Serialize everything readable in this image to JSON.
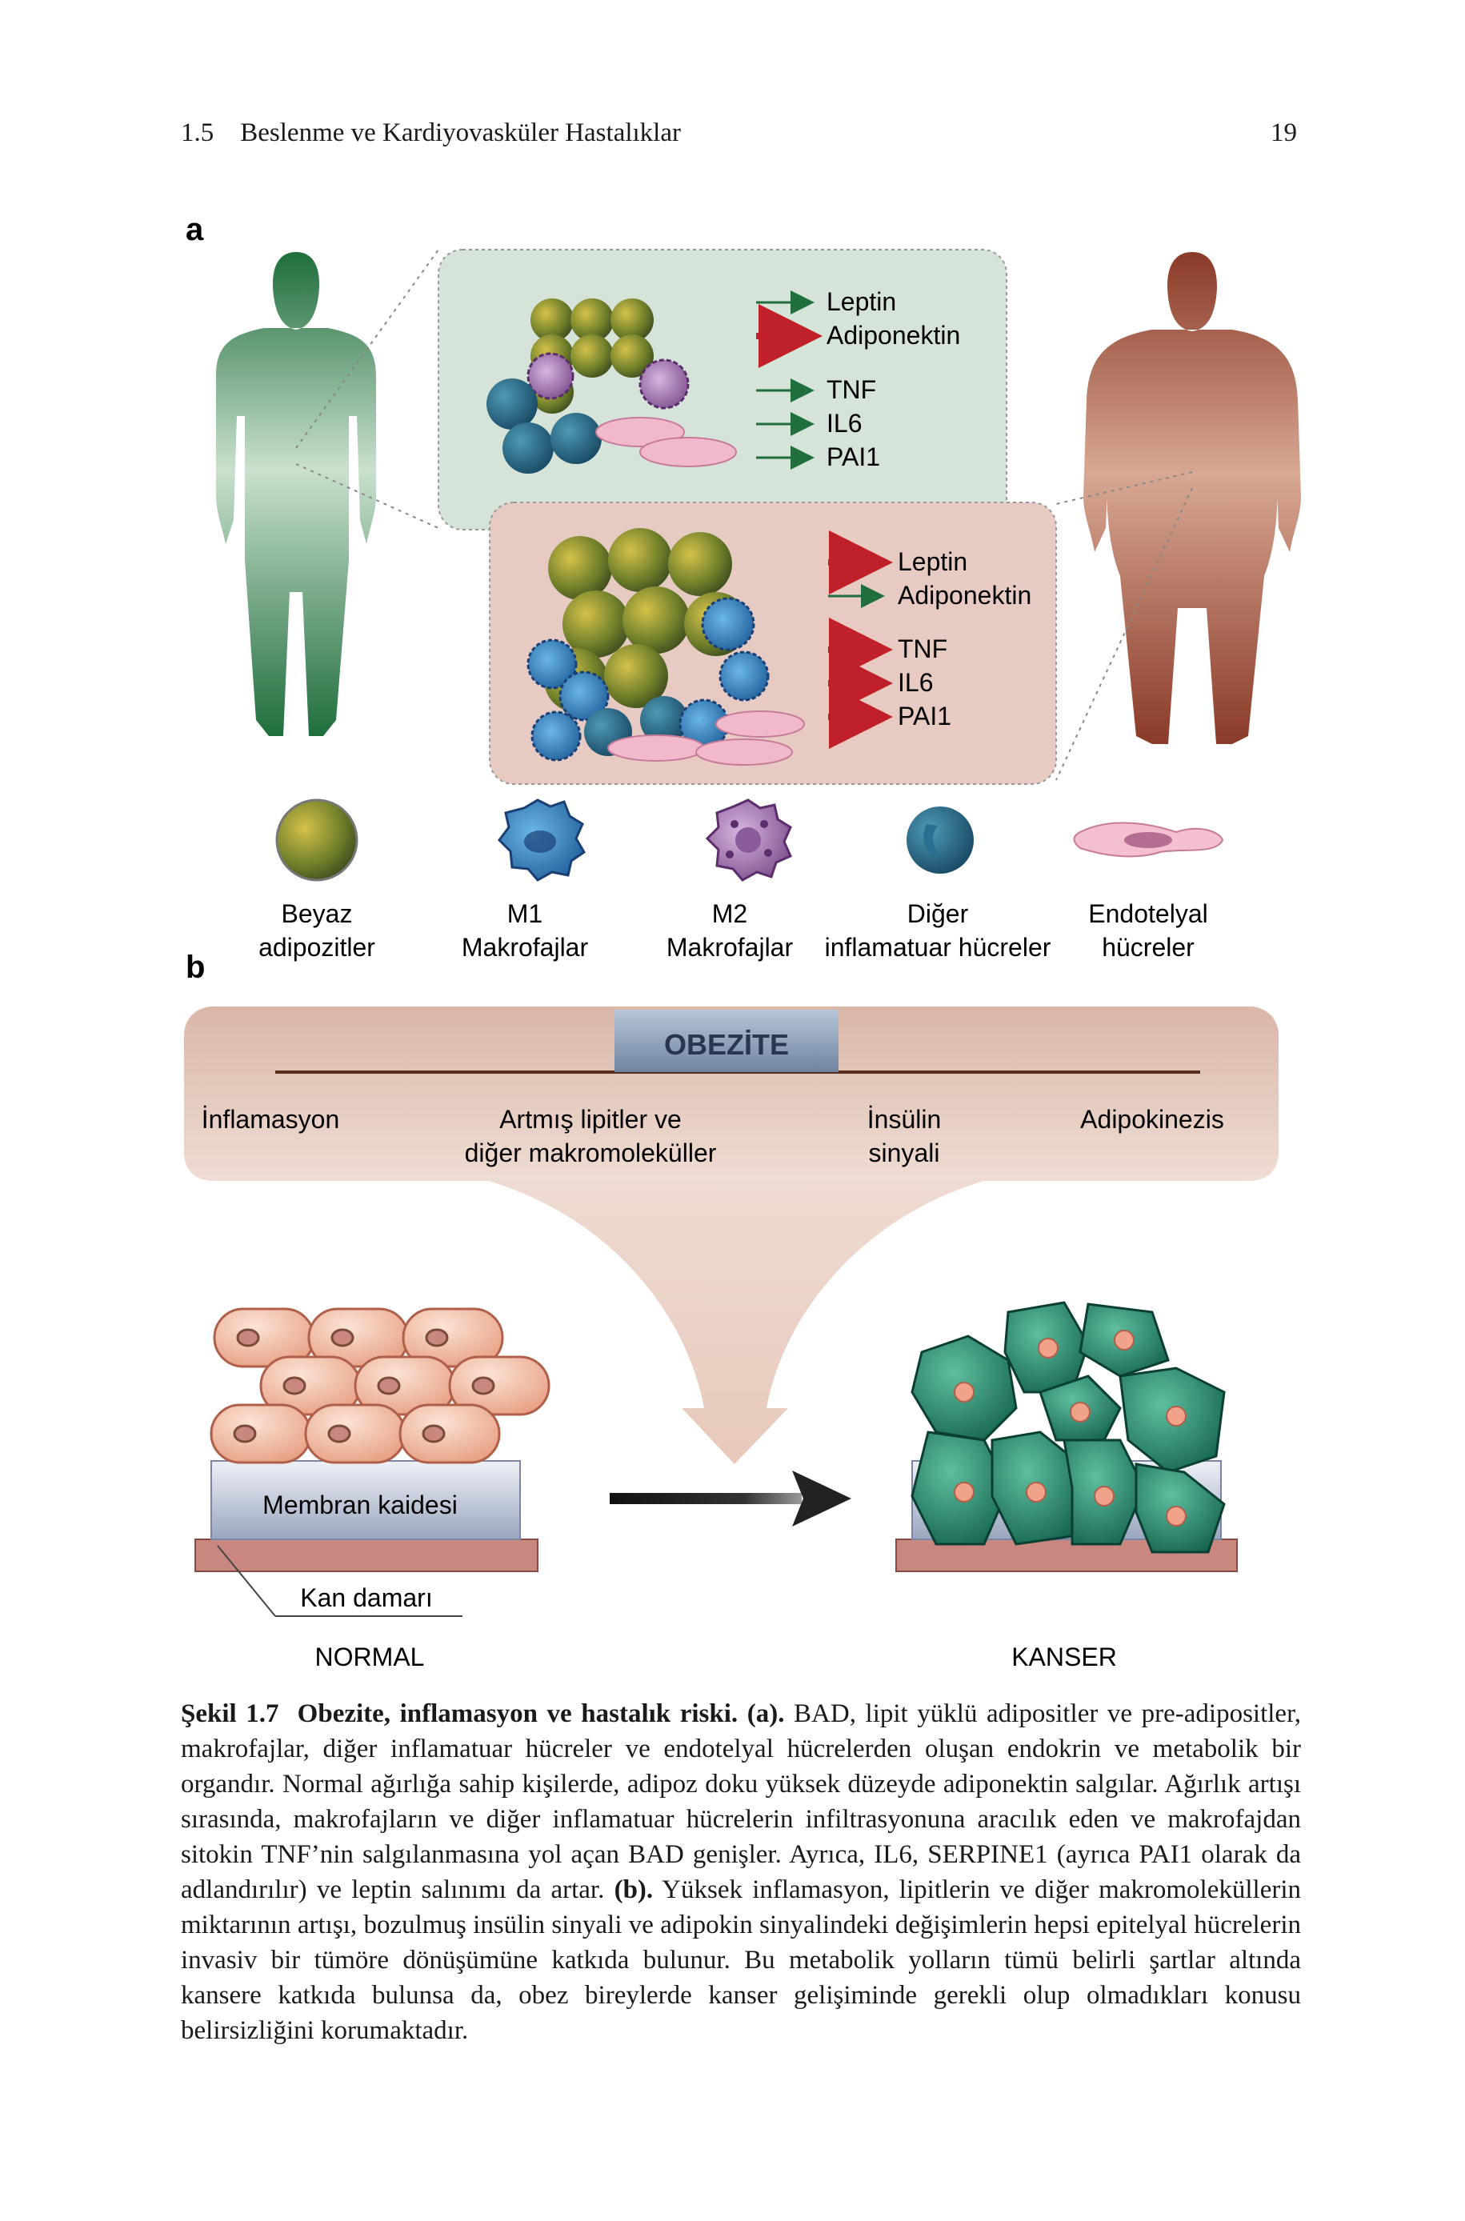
{
  "header": {
    "section": "1.5 Beslenme ve Kardiyovasküler Hastalıklar",
    "page_number": "19"
  },
  "panel_a": {
    "label": "a",
    "lean_signals": [
      "Leptin",
      "Adiponektin",
      "TNF",
      "IL6",
      "PAI1"
    ],
    "obese_signals": [
      "Leptin",
      "Adiponektin",
      "TNF",
      "IL6",
      "PAI1"
    ],
    "legend": [
      {
        "line1": "Beyaz",
        "line2": "adipozitler"
      },
      {
        "line1": "M1",
        "line2": "Makrofajlar"
      },
      {
        "line1": "M2",
        "line2": "Makrofajlar"
      },
      {
        "line1": "Diğer",
        "line2": "inflamatuar hücreler"
      },
      {
        "line1": "Endotelyal",
        "line2": "hücreler"
      }
    ],
    "colors": {
      "lean": "#1e6b3a",
      "obese": "#8a3a28",
      "arrow_green": "#1f6e3c",
      "arrow_red": "#c0202a"
    }
  },
  "panel_b": {
    "label": "b",
    "title": "OBEZİTE",
    "factors": [
      {
        "line1": "İnflamasyon",
        "line2": ""
      },
      {
        "line1": "Artmış lipitler ve",
        "line2": "diğer makromoleküller"
      },
      {
        "line1": "İnsülin",
        "line2": "sinyali"
      },
      {
        "line1": "Adipokinezis",
        "line2": ""
      }
    ],
    "membrane_label": "Membran kaidesi",
    "vessel_label": "Kan damarı",
    "normal_label": "NORMAL",
    "cancer_label": "KANSER"
  },
  "caption": {
    "figure_label": "Şekil 1.7",
    "title": "Obezite, inflamasyon ve hastalık riski.",
    "part_a_marker": "(a).",
    "text_a": "BAD, lipit yüklü adipositler ve pre-adipositler, makrofajlar, diğer inflamatuar hücreler ve endotelyal hücrelerden oluşan endokrin ve metabolik bir organdır. Normal ağırlığa sahip kişilerde, adipoz doku yüksek düzeyde adiponektin salgılar. Ağırlık artışı sırasında, makrofajların ve diğer inflamatuar hücrelerin infiltrasyonuna aracılık eden ve makrofajdan sitokin TNF’nin salgılanmasına yol açan BAD genişler. Ayrıca, IL6, SERPINE1 (ayrıca PAI1 olarak da adlandırılır) ve leptin salınımı da artar.",
    "part_b_marker": "(b).",
    "text_b": "Yüksek inflamasyon, lipitlerin ve diğer makromoleküllerin miktarının artışı, bozulmuş insülin sinyali ve adipokin sinyalindeki değişimlerin hepsi epitelyal hücrelerin invasiv bir tümöre dönüşümüne katkıda bulunur. Bu metabolik yolların tümü belirli şartlar altında kansere katkıda bulunsa da, obez bireylerde kanser gelişiminde gerekli olup olmadıkları konusu belirsizliğini korumaktadır."
  }
}
